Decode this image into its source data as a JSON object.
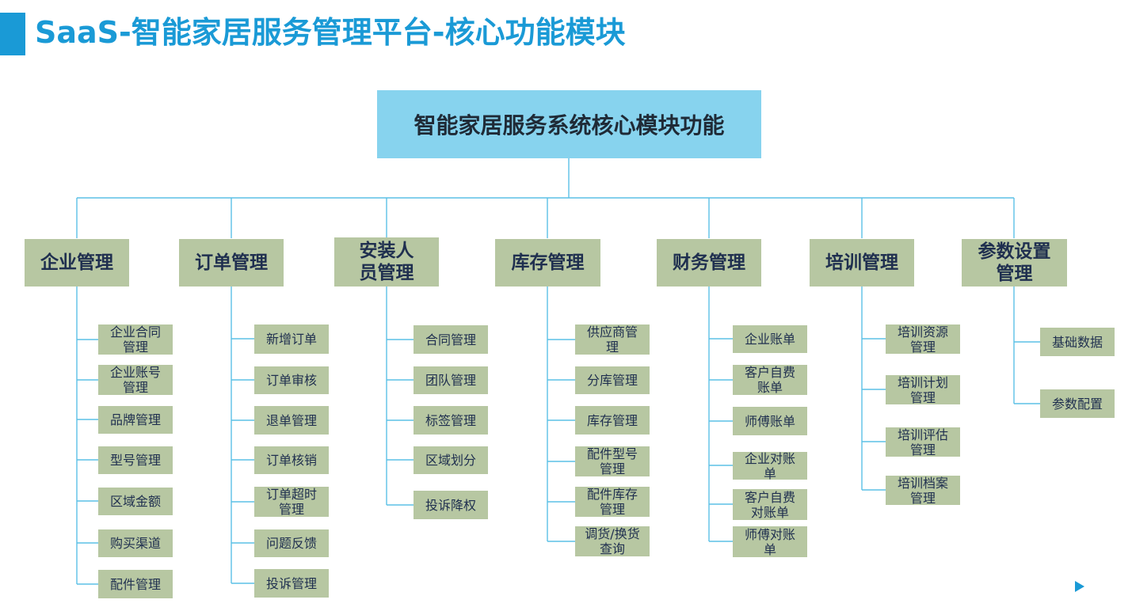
{
  "page_title": "SaaS-智能家居服务管理平台-核心功能模块",
  "root_label": "智能家居服务系统核心模块功能",
  "line_color": "#5bc0e6",
  "accent_color": "#1a9ad6",
  "box_color": "#b7c7a2",
  "categories": [
    {
      "label": "企业管理",
      "items": [
        "企业合同管理",
        "企业账号管理",
        "品牌管理",
        "型号管理",
        "区域金额",
        "购买渠道",
        "配件管理"
      ]
    },
    {
      "label": "订单管理",
      "items": [
        "新增订单",
        "订单审核",
        "退单管理",
        "订单核销",
        "订单超时管理",
        "问题反馈",
        "投诉管理"
      ]
    },
    {
      "label": "安装人员管理",
      "items": [
        "合同管理",
        "团队管理",
        "标签管理",
        "区域划分",
        "投诉降权"
      ]
    },
    {
      "label": "库存管理",
      "items": [
        "供应商管理",
        "分库管理",
        "库存管理",
        "配件型号管理",
        "配件库存管理",
        "调货/换货查询"
      ]
    },
    {
      "label": "财务管理",
      "items": [
        "企业账单",
        "客户自费账单",
        "师傅账单",
        "企业对账单",
        "客户自费对账单",
        "师傅对账单"
      ]
    },
    {
      "label": "培训管理",
      "items": [
        "培训资源管理",
        "培训计划管理",
        "培训评估管理",
        "培训档案管理"
      ]
    },
    {
      "label": "参数设置管理",
      "items": [
        "基础数据",
        "参数配置"
      ]
    }
  ]
}
